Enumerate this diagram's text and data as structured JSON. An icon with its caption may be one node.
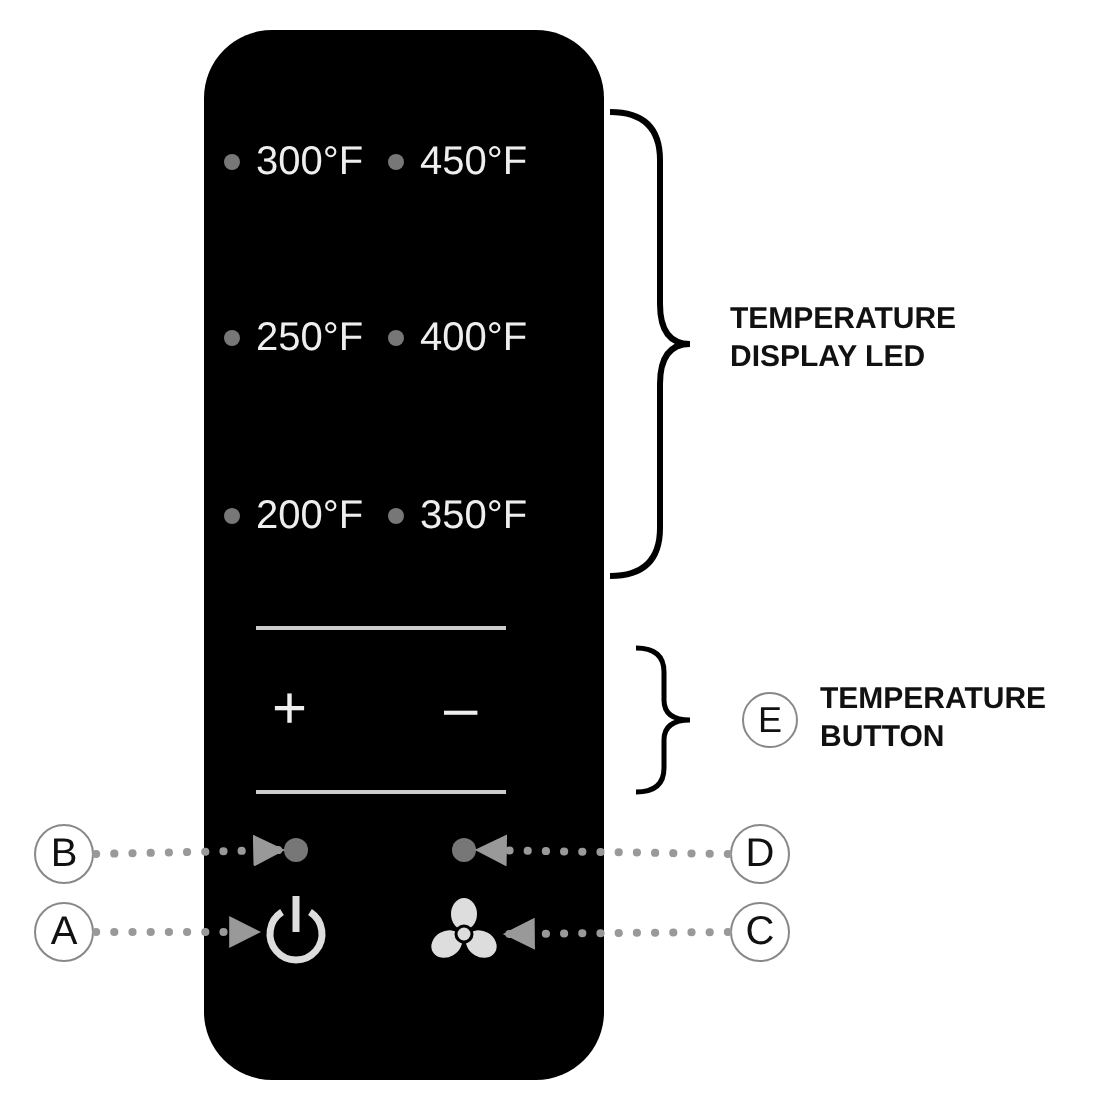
{
  "diagram": {
    "nodes": [
      {
        "text": [],
        "shape": "box"
      },
      {
        "text": [
          "B"
        ]
      },
      {
        "text": [],
        "shape": "circle",
        "in": 0
      },
      {
        "text": [
          "A"
        ]
      },
      {
        "text": [],
        "shape": "picture",
        "in": 0
      },
      {
        "text": [
          "D"
        ]
      },
      {
        "text": [],
        "shape": "circle",
        "in": 0
      },
      {
        "text": [
          "C"
        ]
      },
      {
        "text": [],
        "shape": "picture",
        "in": 0
      },
      {
        "text": [
          "E"
        ]
      }
    ],
    "edges": [
      {
        "from": 1,
        "to": 2,
        "arrow": "to"
      },
      {
        "from": 3,
        "to": 4,
        "arrow": "to"
      },
      {
        "from": 5,
        "to": 6,
        "arrow": "to"
      },
      {
        "from": 7,
        "to": 8,
        "arrow": "to"
      }
    ],
    "labels": [
      "300°F",
      "450°F",
      "250°F",
      "400°F",
      "200°F",
      "350°F",
      "TEMPERATURE DISPLAY LED",
      "+",
      "–",
      "TEMPERATURE BUTTON"
    ]
  }
}
